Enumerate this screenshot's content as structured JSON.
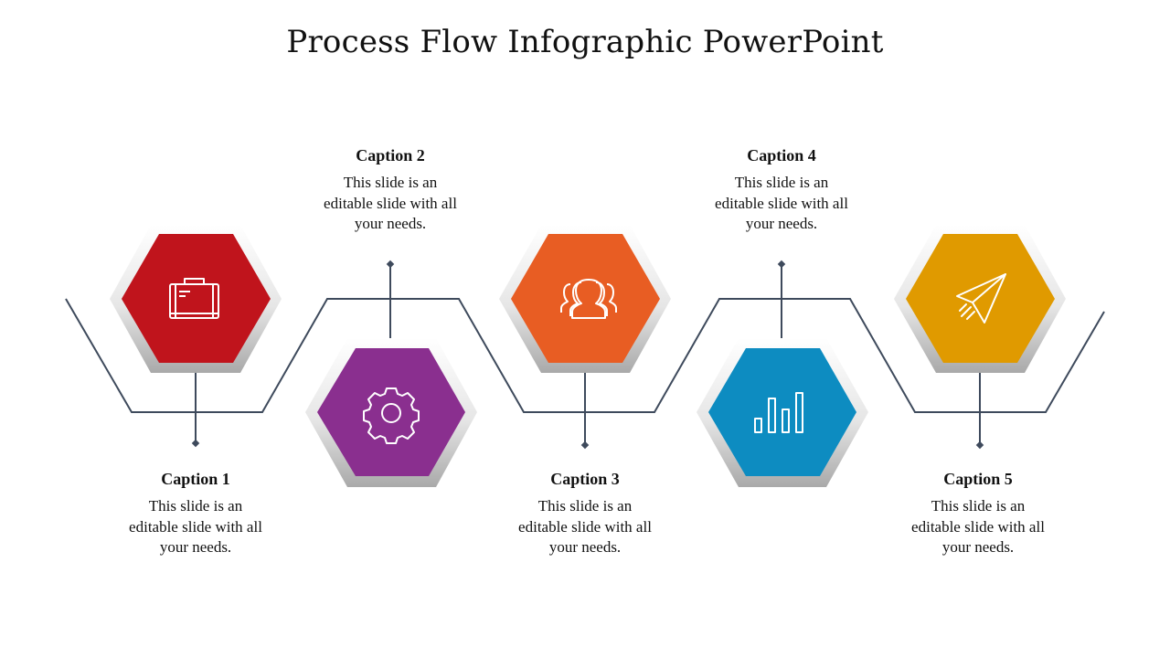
{
  "title": "Process Flow Infographic PowerPoint",
  "steps": [
    {
      "caption": "Caption 1",
      "body": "This slide is an editable slide with all your needs.",
      "color": "#C0141C",
      "icon": "briefcase-icon"
    },
    {
      "caption": "Caption 2",
      "body": "This slide is an editable slide with all your needs.",
      "color": "#8A2F8F",
      "icon": "gear-icon"
    },
    {
      "caption": "Caption 3",
      "body": "This slide is an editable slide with all your needs.",
      "color": "#E85D23",
      "icon": "users-icon"
    },
    {
      "caption": "Caption 4",
      "body": "This slide is an editable slide with all your needs.",
      "color": "#0D8CC1",
      "icon": "bar-chart-icon"
    },
    {
      "caption": "Caption 5",
      "body": "This slide is an editable slide with all your needs.",
      "color": "#E09A00",
      "icon": "paper-plane-icon"
    }
  ],
  "line_color": "#3E4A5C"
}
